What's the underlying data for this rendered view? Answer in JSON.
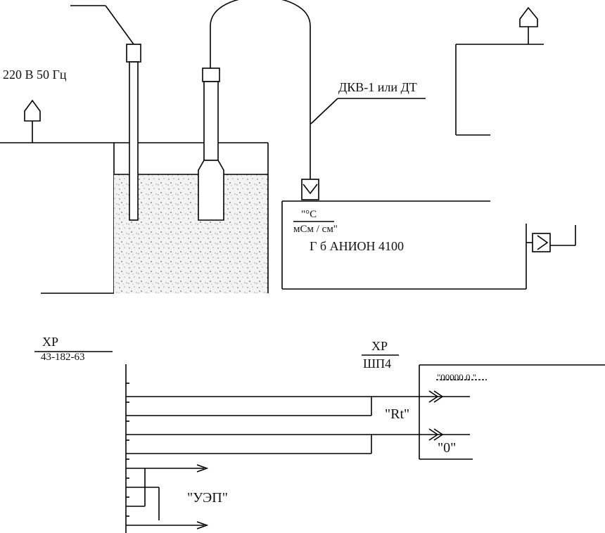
{
  "power_supply": {
    "label": "220 В 50 Гц"
  },
  "cable": {
    "label": "ДКВ-1 или ДТ"
  },
  "device": {
    "unit_top": "\"°С",
    "unit_bottom": "мСм / см\"",
    "name": "Г          б                 АНИОН 4100"
  },
  "connector_left": {
    "top": "ХР",
    "bottom": "43-182-63"
  },
  "connector_right": {
    "top": "ХР",
    "bottom": "ШП4"
  },
  "signals": {
    "rt": "\"Rt\"",
    "zero": "\"0\"",
    "uep": "\"УЭП\"",
    "right_box_text": "\"00000.0 \""
  }
}
